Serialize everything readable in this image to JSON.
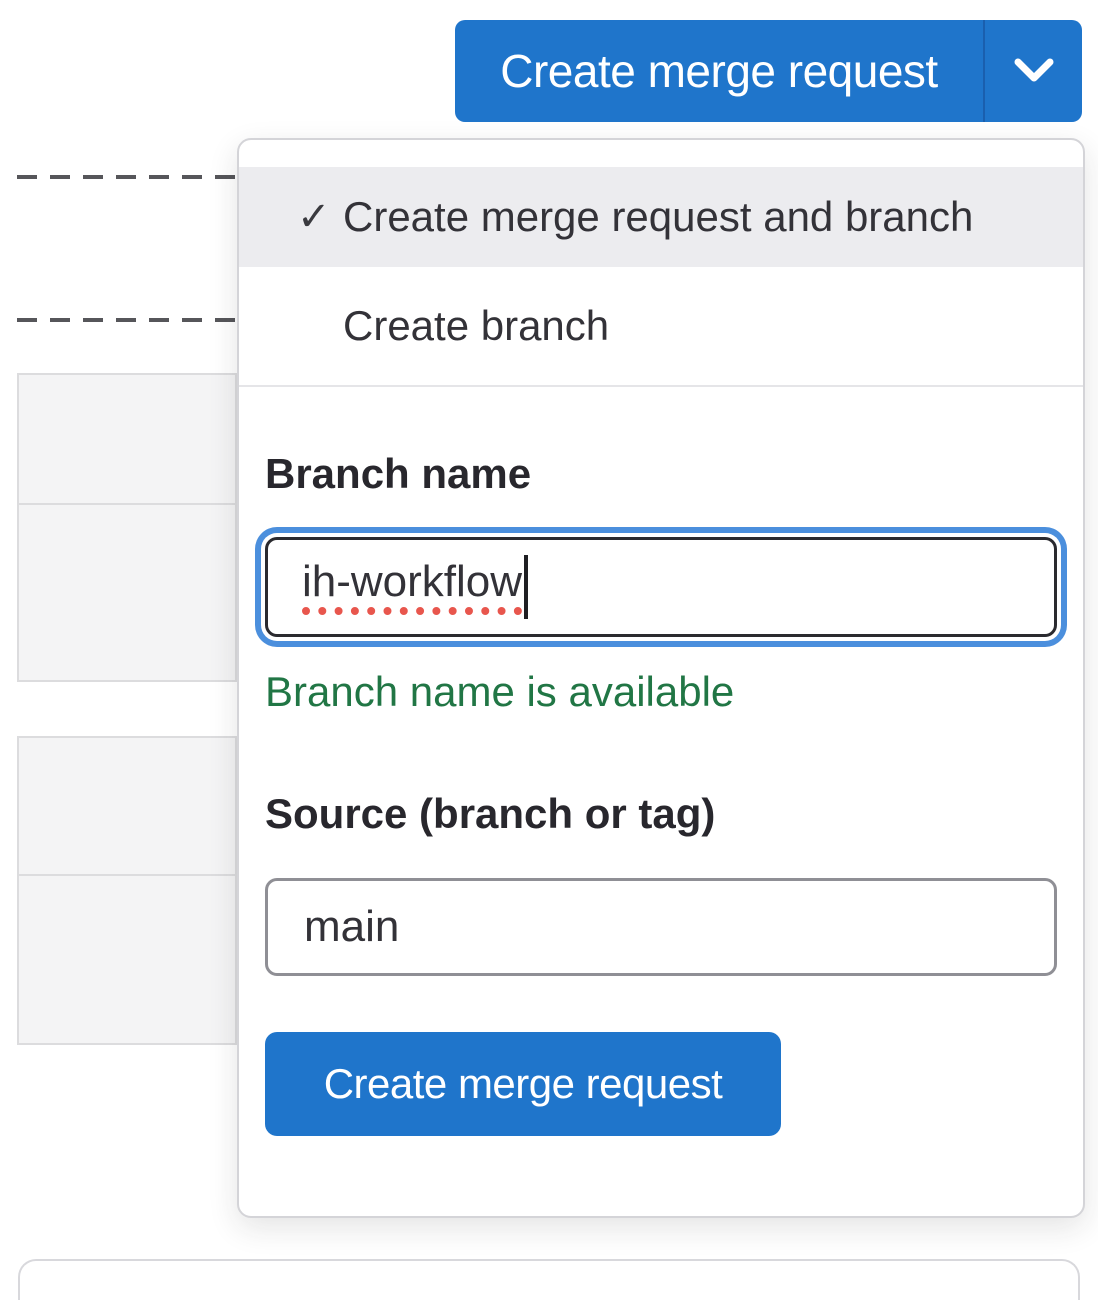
{
  "split_button": {
    "label": "Create merge request",
    "chevron_icon": "chevron-down-icon"
  },
  "dropdown": {
    "items": [
      {
        "label": "Create merge request and branch",
        "selected": true,
        "check": "✓"
      },
      {
        "label": "Create branch",
        "selected": false
      }
    ],
    "form": {
      "branch_name_label": "Branch name",
      "branch_name_value": "ih-workflow",
      "branch_name_hint": "Branch name is available",
      "source_label": "Source (branch or tag)",
      "source_value": "main",
      "submit_label": "Create merge request"
    }
  },
  "colors": {
    "primary_blue": "#1f75cb",
    "focus_ring_blue": "#4b8fdd",
    "success_green": "#217645",
    "spellcheck_red": "#e8564d",
    "selected_item_bg": "#ececef",
    "panel_border": "#d4d4d8"
  }
}
